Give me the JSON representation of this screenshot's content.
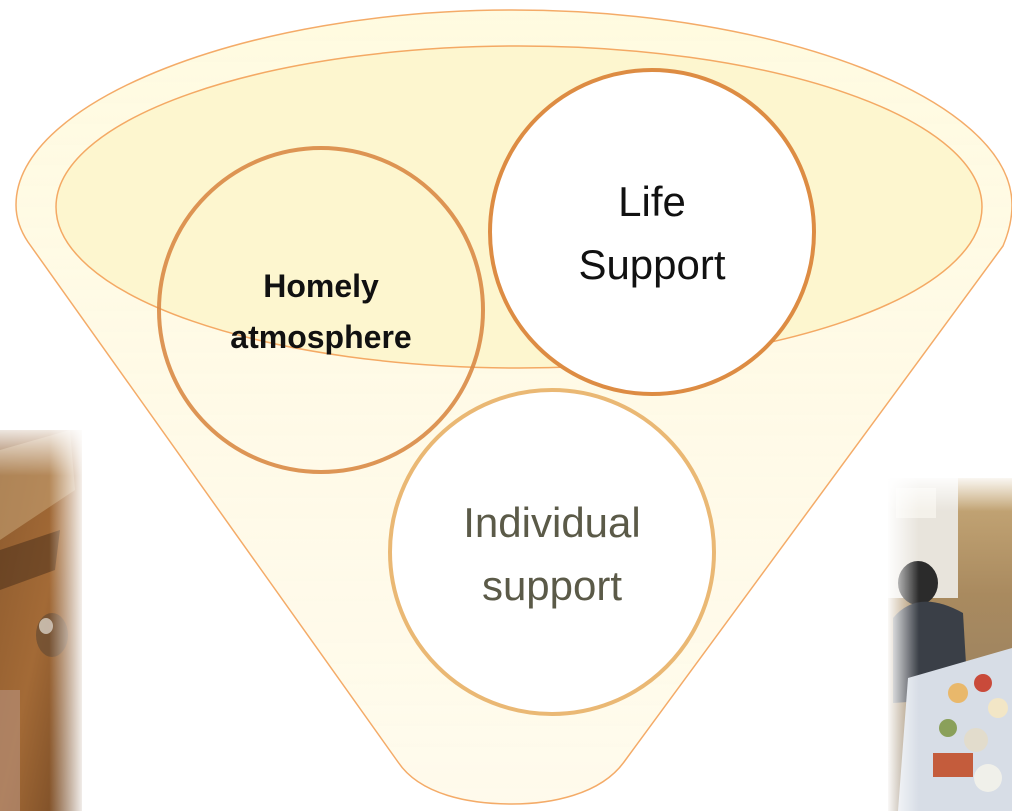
{
  "diagram": {
    "circles": {
      "homely": {
        "label_line1": "Homely",
        "label_line2": "atmosphere"
      },
      "life": {
        "label_line1": "Life",
        "label_line2": "Support"
      },
      "individual": {
        "label_line1": "Individual",
        "label_line2": "support"
      }
    },
    "colors": {
      "funnel_fill": "#fffbe3",
      "funnel_inner_fill": "#fdf6cf",
      "funnel_stroke": "#f4a964",
      "circle_stroke_dark": "#d98a45",
      "circle_stroke_light": "#eab874",
      "text_dark": "#111111",
      "text_muted": "#5b5a48"
    }
  }
}
